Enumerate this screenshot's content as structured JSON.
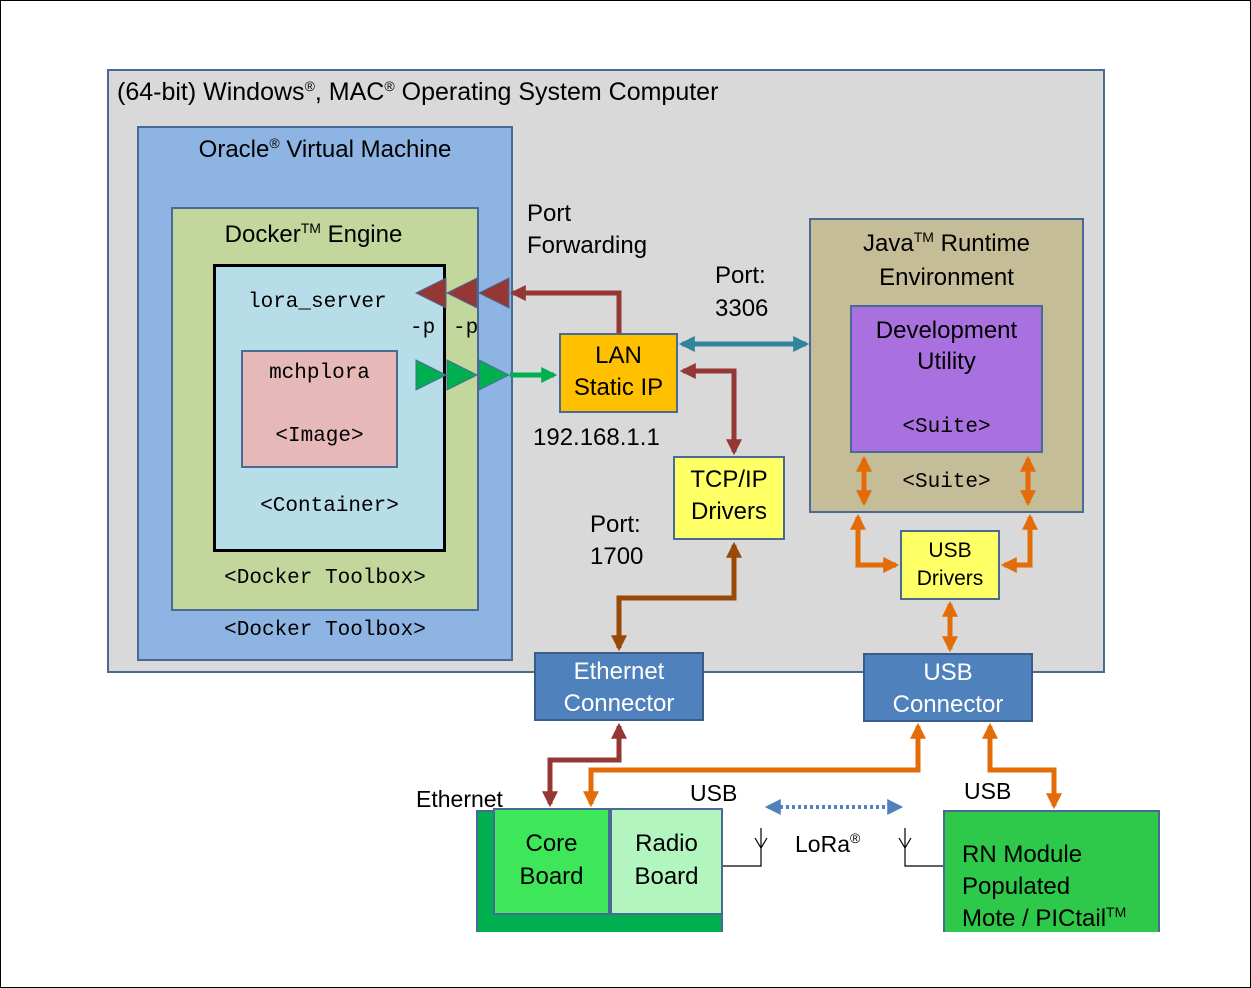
{
  "computer": {
    "label_pre": "(64-bit) Windows",
    "reg1": "®",
    "label_mid": ", MAC",
    "reg2": "®",
    "label_post": " Operating System Computer"
  },
  "vm": {
    "label_pre": "Oracle",
    "reg": "®",
    "label_post": " Virtual Machine",
    "footer": "<Docker Toolbox>"
  },
  "docker": {
    "label_pre": "Docker",
    "tm": "TM",
    "label_post": " Engine",
    "footer": "<Docker Toolbox>"
  },
  "container": {
    "server": "lora_server",
    "flag1": "-p",
    "flag2": "-p",
    "footer": "<Container>"
  },
  "image": {
    "name": "mchplora",
    "tag": "<Image>"
  },
  "port_forwarding": {
    "line1": "Port",
    "line2": "Forwarding"
  },
  "lan": {
    "line1": "LAN",
    "line2": "Static IP",
    "ip": "192.168.1.1"
  },
  "port3306": {
    "line1": "Port:",
    "line2": "3306"
  },
  "port1700": {
    "line1": "Port:",
    "line2": "1700"
  },
  "tcpip": {
    "line1": "TCP/IP",
    "line2": "Drivers"
  },
  "jre": {
    "line1_pre": "Java",
    "tm": "TM",
    "line1_post": " Runtime",
    "line2": "Environment",
    "footer": "<Suite>"
  },
  "devutil": {
    "line1": "Development",
    "line2": "Utility",
    "footer": "<Suite>"
  },
  "usb_drivers": {
    "line1": "USB",
    "line2": "Drivers"
  },
  "ethernet_connector": {
    "line1": "Ethernet",
    "line2": "Connector"
  },
  "usb_connector": {
    "line1": "USB",
    "line2": "Connector"
  },
  "labels": {
    "ethernet": "Ethernet",
    "usb_left": "USB",
    "usb_right": "USB",
    "lora": "LoRa",
    "lora_reg": "®"
  },
  "core_board": {
    "line1": "Core",
    "line2": "Board"
  },
  "radio_board": {
    "line1": "Radio",
    "line2": "Board"
  },
  "rn_module": {
    "line1": "RN Module",
    "line2": "Populated",
    "line3_pre": "Mote / PICtail",
    "tm": "TM"
  },
  "colors": {
    "dark_red": "#953735",
    "green": "#00b050",
    "teal": "#31849b",
    "orange": "#e36c09",
    "brown": "#984807",
    "blue_dotted": "#4f81bd"
  }
}
